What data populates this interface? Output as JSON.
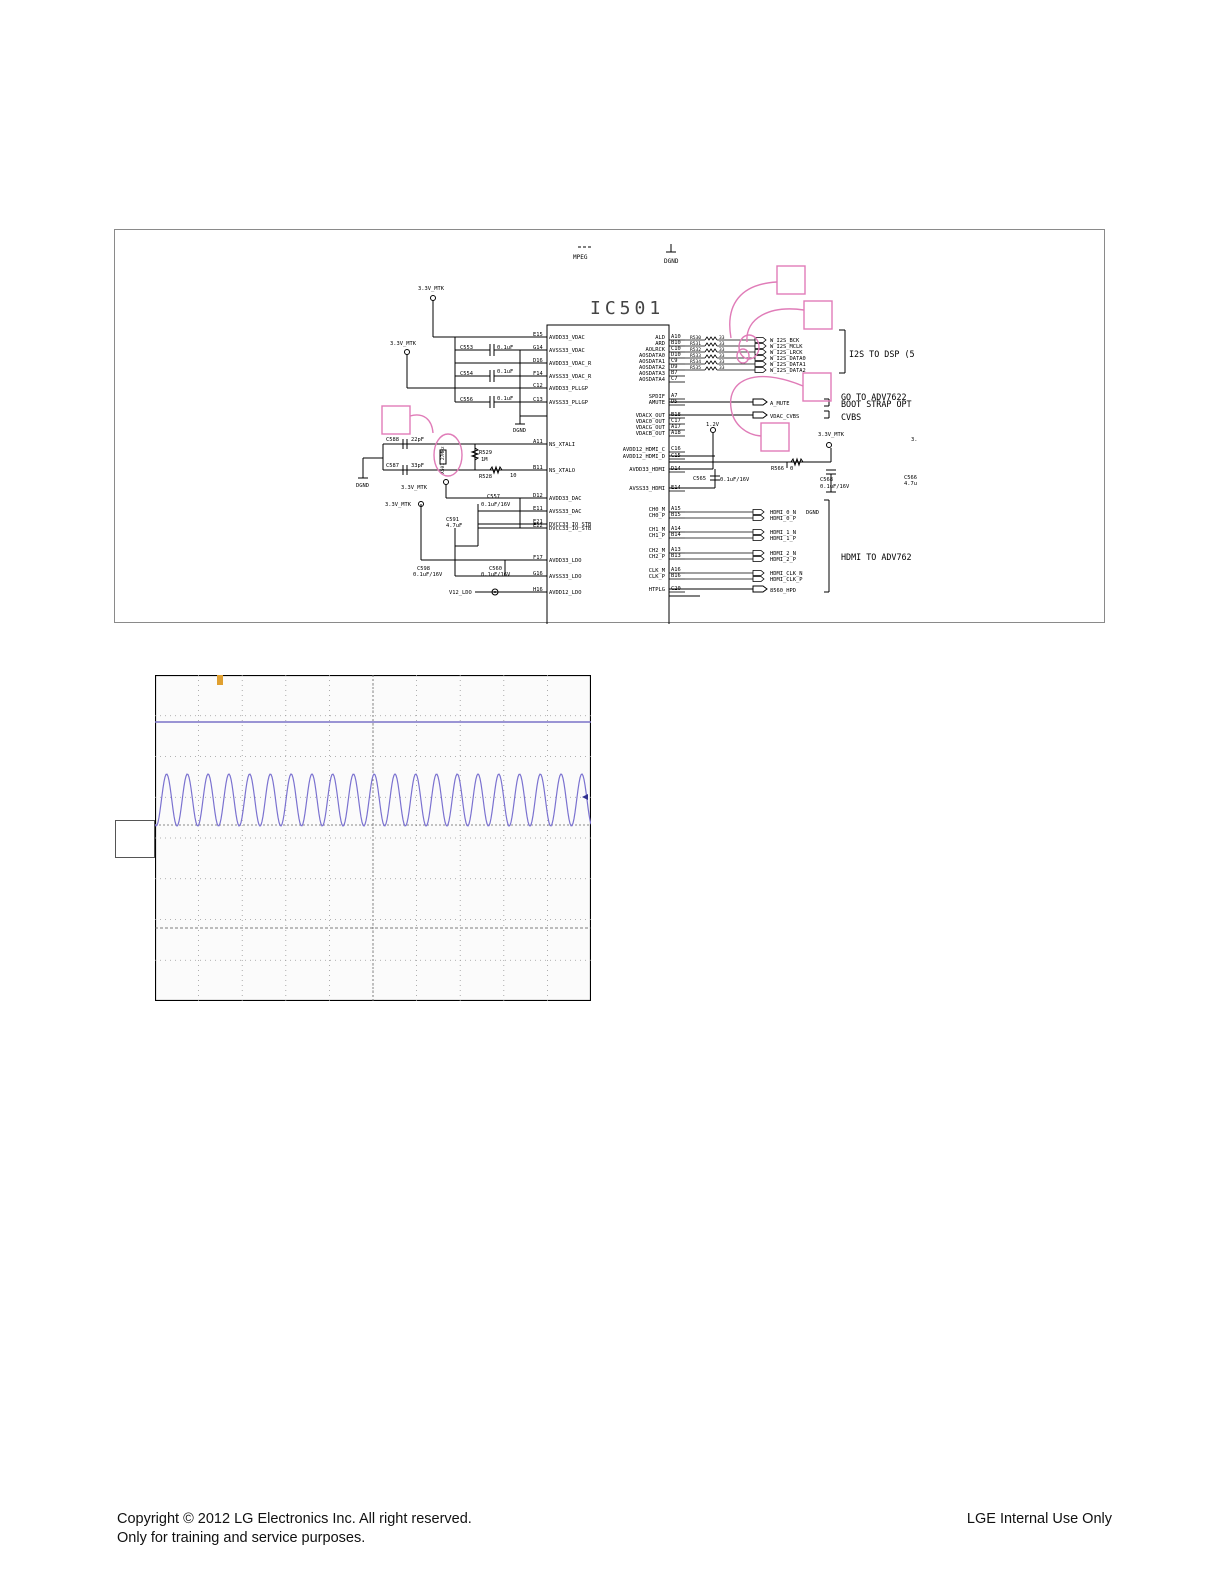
{
  "schematic": {
    "ic_name": "IC501",
    "top_labels": [
      "MPEG",
      "DGND"
    ],
    "power_net": "3.3V_MTK",
    "left_pins": [
      {
        "name": "AVDD33_VDAC",
        "num": "E15"
      },
      {
        "name": "AVSS33_VDAC",
        "num": "G14"
      },
      {
        "name": "AVDD33_VDAC_R",
        "num": "D16"
      },
      {
        "name": "AVSS33_VDAC_R",
        "num": "F14"
      },
      {
        "name": "AVDD33_PLLGP",
        "num": "C12"
      },
      {
        "name": "AVSS33_PLLGP",
        "num": "C13"
      },
      {
        "name": "NS_XTALI",
        "num": "A11"
      },
      {
        "name": "NS_XTALO",
        "num": "B11"
      },
      {
        "name": "AVDD33_DAC",
        "num": "D12"
      },
      {
        "name": "AVSS33_DAC",
        "num": "E11"
      },
      {
        "name": "DVCC33_IO_STB",
        "num": "E21"
      },
      {
        "name": "DVCC33_IO_STB",
        "num": "E22"
      },
      {
        "name": "AVDD33_LDO",
        "num": "F17"
      },
      {
        "name": "AVSS33_LDO",
        "num": "G16"
      },
      {
        "name": "AVDD12_LDO",
        "num": "H16"
      }
    ],
    "right_pins": [
      {
        "name": "ALD",
        "num": "A10"
      },
      {
        "name": "ARD",
        "num": "B10"
      },
      {
        "name": "AOLRCK",
        "num": "C10"
      },
      {
        "name": "AOSDATA0",
        "num": "D10"
      },
      {
        "name": "AOSDATA1",
        "num": "C9"
      },
      {
        "name": "AOSDATA2",
        "num": "D9"
      },
      {
        "name": "AOSDATA3",
        "num": "B7"
      },
      {
        "name": "AOSDATA4",
        "num": "C7"
      },
      {
        "name": "SPDIF",
        "num": "A7"
      },
      {
        "name": "AMUTE",
        "num": "D5"
      },
      {
        "name": "VDACX_OUT",
        "num": "B18"
      },
      {
        "name": "VDAC0_OUT",
        "num": "C17"
      },
      {
        "name": "VDACG_OUT",
        "num": "A17"
      },
      {
        "name": "VDACB_OUT",
        "num": "A18"
      },
      {
        "name": "AVDD12_HDMI_C",
        "num": "C16"
      },
      {
        "name": "AVDD12_HDMI_D",
        "num": "C15"
      },
      {
        "name": "AVDD33_HDMI",
        "num": "D14"
      },
      {
        "name": "AVSS33_HDMI",
        "num": "E14"
      },
      {
        "name": "CH0_M",
        "num": "A15"
      },
      {
        "name": "CH0_P",
        "num": "B15"
      },
      {
        "name": "CH1_M",
        "num": "A14"
      },
      {
        "name": "CH1_P",
        "num": "B14"
      },
      {
        "name": "CH2_M",
        "num": "A13"
      },
      {
        "name": "CH2_P",
        "num": "B13"
      },
      {
        "name": "CLK_M",
        "num": "A16"
      },
      {
        "name": "CLK_P",
        "num": "B16"
      },
      {
        "name": "HTPLG",
        "num": "C20"
      }
    ],
    "i2s_nets": [
      "W_I2S_BCK",
      "W_I2S_MCLK",
      "W_I2S_LRCK",
      "W_I2S_DATA0",
      "W_I2S_DATA1",
      "W_I2S_DATA2"
    ],
    "resistors_i2s": [
      "R530",
      "R531",
      "R532",
      "R533",
      "R534",
      "R535"
    ],
    "resistor_value": "33",
    "other_nets": [
      "A_MUTE",
      "VDAC_CVBS"
    ],
    "hdmi_nets": [
      "HDMI_0_N",
      "HDMI_0_P",
      "HDMI_1_N",
      "HDMI_1_P",
      "HDMI_2_N",
      "HDMI_2_P",
      "HDMI_CLK_N",
      "HDMI_CLK_P",
      "8560_HPD"
    ],
    "notes": {
      "i2s": "I2S TO DSP (5",
      "adv": "GO TO ADV7622",
      "boot": "BOOT STRAP OPT",
      "cvbs": "CVBS",
      "hdmi": "HDMI TO ADV762"
    },
    "caps": {
      "c553": "C553",
      "c554": "C554",
      "c556": "C556",
      "v01": "0.1uF",
      "c588": "C588",
      "c587": "C587",
      "v22": "22pF",
      "v33": "33pF",
      "c557": "C557",
      "c591": "C591",
      "v47": "4.7uF",
      "v0116": "0.1uF/16V",
      "c598": "C598",
      "c560": "C560",
      "c565": "C565",
      "c568": "C568",
      "c566": "C566",
      "v47b": "4.7u"
    },
    "resistors": {
      "r529": "R529",
      "r529v": "1M",
      "r528": "R528",
      "r528v": "10",
      "r566": "R566",
      "r566v": "0"
    },
    "crystal": "X501 27MHz",
    "v12": "1.2V",
    "v12ldo": "V12_LDO",
    "dgnd": "DGND",
    "three": "3."
  },
  "footer": {
    "copyright": "Copyright © 2012 LG Electronics Inc. All right reserved.",
    "purpose": "Only for training and service purposes.",
    "internal": "LGE Internal Use Only"
  }
}
